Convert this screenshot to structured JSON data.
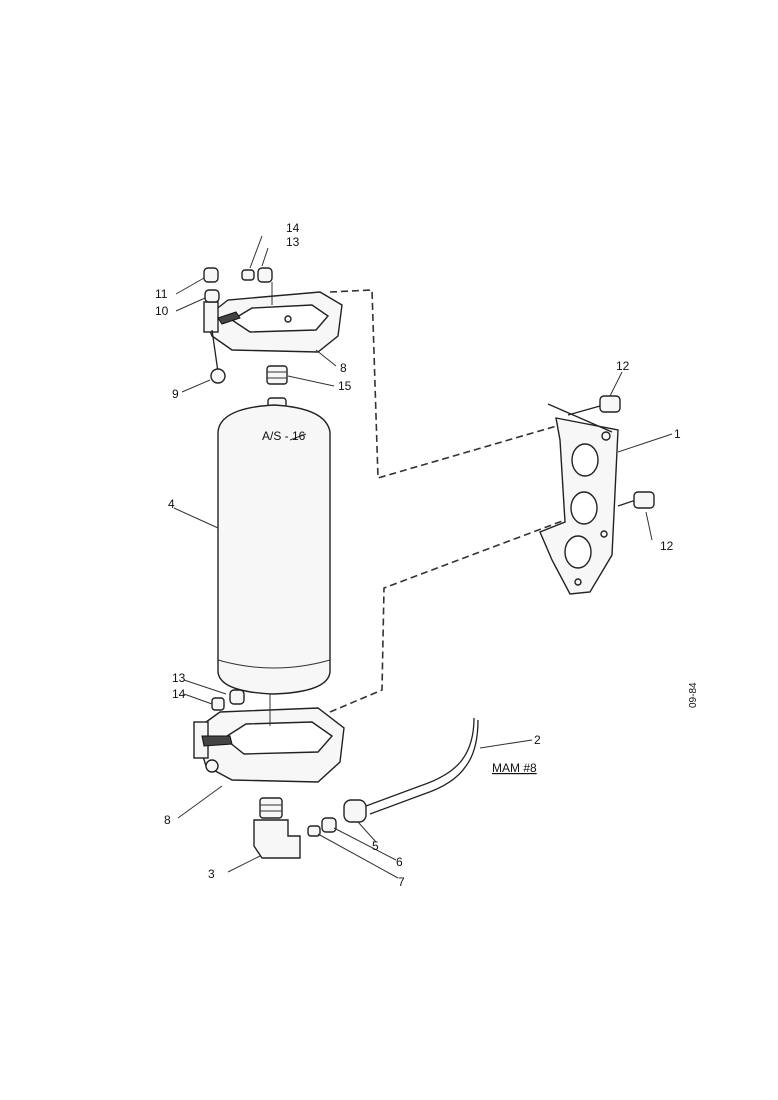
{
  "callouts": {
    "c14_top": "14",
    "c13_top": "13",
    "c11": "11",
    "c10": "10",
    "c8_top": "8",
    "c9": "9",
    "c15": "15",
    "c16": "A/S - 16",
    "c4": "4",
    "c12_top": "12",
    "c1": "1",
    "c12_bot": "12",
    "c13_bot": "13",
    "c14_bot": "14",
    "c2": "2",
    "c2_ref": "MAM #8",
    "c8_bot": "8",
    "c3": "3",
    "c5": "5",
    "c6": "6",
    "c7": "7"
  },
  "margin_code": "09-84"
}
